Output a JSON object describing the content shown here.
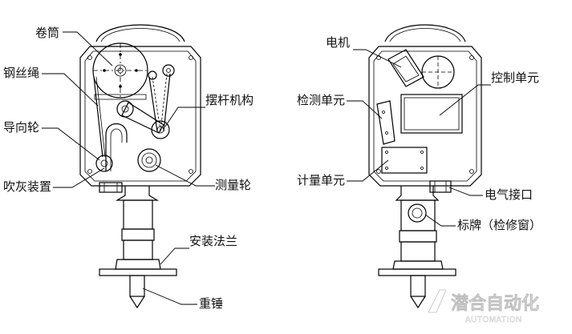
{
  "left": {
    "labels": {
      "drum": "卷筒",
      "wire_rope": "钢丝绳",
      "guide_wheel": "导向轮",
      "swing_rod": "摆杆机构",
      "blower": "吹灰装置",
      "measuring_wheel": "测量轮",
      "flange": "安装法兰",
      "weight": "重锤"
    }
  },
  "right": {
    "labels": {
      "motor": "电机",
      "control_unit": "控制单元",
      "detection_unit": "检测单元",
      "metering_unit": "计量单元",
      "electrical_interface": "电气接口",
      "nameplate": "标牌（检修窗）"
    }
  },
  "brand": {
    "name_cn": "潜合自动化",
    "name_en": "AUTOMATION"
  }
}
